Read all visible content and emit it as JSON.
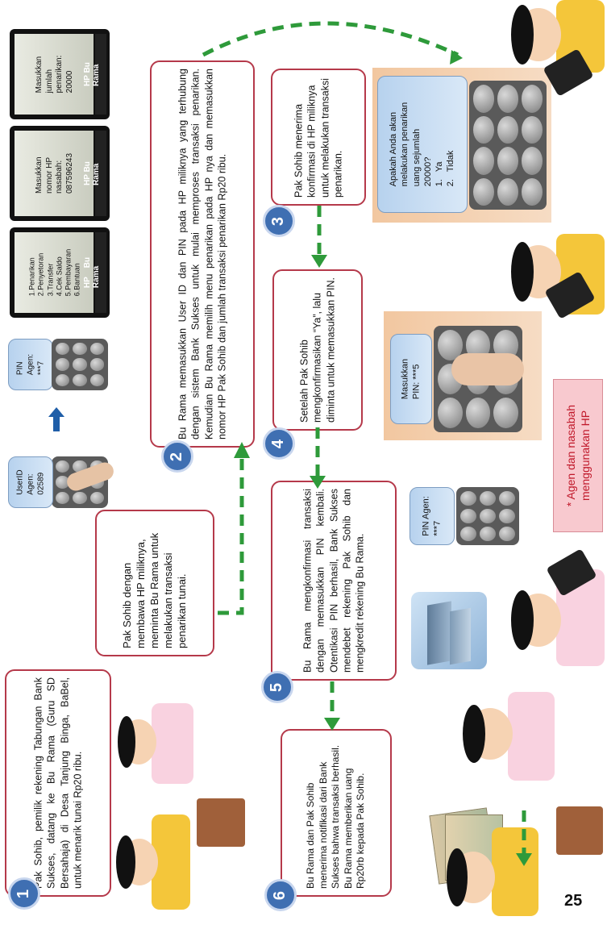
{
  "steps": [
    {
      "num": "1",
      "text": "Pak Sohib, pemilik rekening Tabungan Bank Sukses, datang ke Bu Rama (Guru SD Bersahaja) di Desa Tanjung Binga, BaBel, untuk menarik tunai Rp20 ribu."
    },
    {
      "num": "2",
      "text": "Bu Rama memasukkan User ID dan PIN pada HP miliknya yang terhubung dengan sistem Bank Sukses untuk mulai memproses transaksi penarikan. Kemudian Bu Rama memilih menu penarikan pada HP nya dan memasukkan nomor HP Pak Sohib dan jumlah transaksi penarikan Rp20 ribu."
    },
    {
      "num": "3",
      "text": "Pak Sohib menerima konfirmasi di HP miliknya untuk melakukan transaksi penarikan."
    },
    {
      "num": "4",
      "text": "Setelah Pak Sohib mengkonfirmasikan “Ya”, lalu diminta untuk memasukkan PIN."
    },
    {
      "num": "5",
      "text": "Bu Rama mengkonfirmasi transaksi dengan memasukkan PIN kembali. Otentikasi PIN berhasil, Bank Sukses mendebet rekening Pak Sohib dan mengkredit rekening Bu Rama."
    },
    {
      "num": "6",
      "text": "Bu Rama dan Pak Sohib menerima notifikasi dari Bank Sukses bahwa transaksi berhasil. Bu Rama memberikan uang Rp20rb kepada Pak Sohib."
    }
  ],
  "request_box": "Pak Sohib dengan membawa HP miliknya, meminta Bu Rama untuk melakukan transaksi penarikan tunai.",
  "screens": {
    "userid": "UserID\nAgen:\n02589",
    "pin1": "PIN\nAgen:\n***7",
    "menu_title": "HP    Bu\nRama",
    "menu": "1.Penarikan\n2.Penyetoran\n3.Transfer\n4.Cek Saldo\n5.Pembayaran\n6.Bantuan",
    "nomor_title": "HP Bu\nRama",
    "nomor": "Masukkan\nnomor HP\nnasabah:\n087596243",
    "jumlah_title": "HP Bu\nRama",
    "jumlah": "Masukkan\njumlah\npenarikan:\n20000",
    "confirm": "Apakah Anda akan\nmelakukan penarikan\nuang sejumlah\n20000?\n1.   Ya\n2.   Tidak",
    "pin_nasabah": "Masukkan\nPIN: ***5",
    "pin_agen": "PIN Agen:\n***7"
  },
  "note": "* Agen dan nasabah\nmenggunakan HP",
  "page_number": "25",
  "colors": {
    "border": "#b5394a",
    "badge": "#3f6fb2",
    "arrow": "#2e9a3a",
    "note_bg": "#f8c9cf"
  }
}
